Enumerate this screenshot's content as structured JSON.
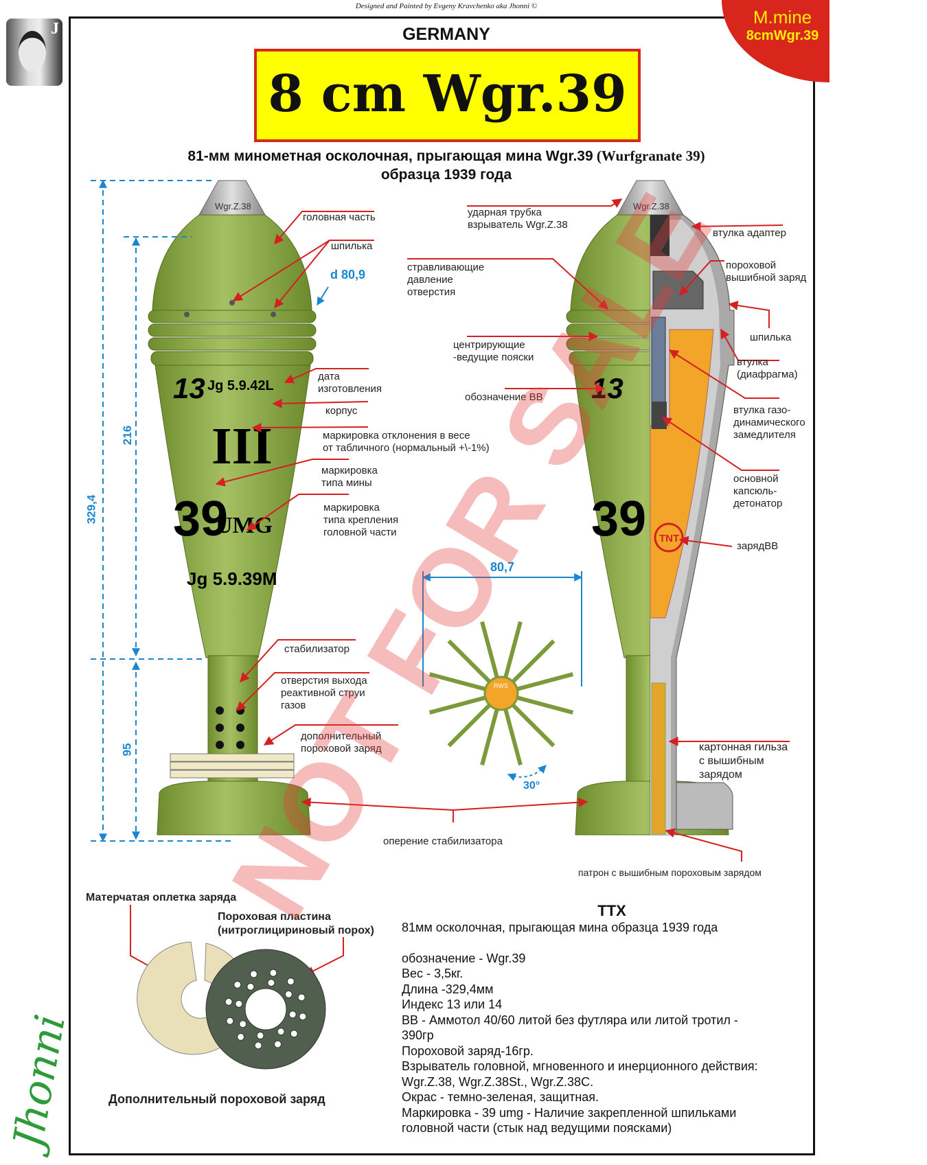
{
  "credit": "Designed and Painted by Evgeny Kravchenko aka Jhonni ©",
  "tab": {
    "line1": "M.mine",
    "line2": "8cmWgr.39",
    "color": "#d8261c",
    "text_color": "#ffee00"
  },
  "photo_badge": "J",
  "country": "GERMANY",
  "title": "8 cm Wgr.39",
  "subtitle": {
    "line1_ru": "81-мм минометная осколочная, прыгающая мина  Wgr.39",
    "line1_de": " (Wurfgranate 39)",
    "line2": "образца 1939 года"
  },
  "fuze_mark": "Wgr.Z.38",
  "markings": {
    "index": "13",
    "date1": "Jg 5.9.42L",
    "weight": "III",
    "type": "39",
    "umg": "UMG",
    "date2": "Jg 5.9.39M",
    "tnt": "TNT",
    "rws": "RWS"
  },
  "dimensions": {
    "length": "329,4",
    "body": "216",
    "tail": "95",
    "diameter": "d 80,9",
    "fin_span": "80,7",
    "fin_angle": "30°"
  },
  "left_labels": {
    "head": "головная часть",
    "pin": "шпилька",
    "date": [
      "дата",
      "изготовления"
    ],
    "body": "корпус",
    "weight": [
      "маркировка отклонения в весе",
      "от табличного (нормальный +\\-1%)"
    ],
    "type": [
      "маркировка",
      "типа мины"
    ],
    "mount": [
      "маркировка",
      "типа крепления",
      "головной части"
    ],
    "stabilizer": "стабилизатор",
    "gas_holes": [
      "отверстия выхода",
      "реактивной струи",
      "газов"
    ],
    "extra_charge": [
      "дополнительный",
      "пороховой заряд"
    ],
    "fins": "оперение стабилизатора"
  },
  "right_labels": {
    "fuze": [
      "ударная трубка",
      "взрыватель Wgr.Z.38"
    ],
    "vent": [
      "стравливающие",
      "давление",
      "отверстия"
    ],
    "bands": [
      "центрирующие",
      "-ведущие пояски"
    ],
    "explosive_mark": "обозначение ВВ",
    "adapter": "втулка адаптер",
    "eject_charge": [
      "пороховой",
      "вышибной заряд"
    ],
    "pin": "шпилька",
    "diaphragm": [
      "втулка",
      "(диафрагма)"
    ],
    "delay": [
      "втулка газо-",
      "динамического",
      "замедлителя"
    ],
    "detonator": [
      "основной",
      "капсюль-",
      "детонатор"
    ],
    "charge": "зарядВВ",
    "cartridge_case": [
      "картонная гильза",
      "с вышибным",
      "зарядом"
    ],
    "cartridge": "патрон с вышибным пороховым зарядом"
  },
  "charge_section": {
    "wrap": "Матерчатая оплетка заряда",
    "plate": [
      "Пороховая пластина",
      "(нитроглицириновый порох)"
    ],
    "caption": "Дополнительный пороховой заряд"
  },
  "ttx": {
    "heading": "TTX",
    "intro": "81мм осколочная, прыгающая мина образца 1939 года",
    "lines": [
      "обозначение - Wgr.39",
      "Вес - 3,5кг.",
      "Длина -329,4мм",
      "Индекс 13 или 14",
      "ВВ - Аммотол 40/60 литой без футляра или литой тротил -",
      "390гр",
      "Пороховой заряд-16гр.",
      "Взрыватель головной, мгновенного и инерционного действия:",
      "Wgr.Z.38, Wgr.Z.38St., Wgr.Z.38C.",
      "Окрас - темно-зеленая, защитная.",
      "Маркировка - 39 umg - Наличие закрепленной шпильками",
      "головной части (стык над ведущими поясками)"
    ]
  },
  "watermark": "NOT FOR SALE",
  "signature": "Jhonni",
  "colors": {
    "mine_green": "#8aa845",
    "arrow_red": "#d42020",
    "dimension_blue": "#1a86d0",
    "title_yellow": "#ffff00",
    "explosive_orange": "#f3a52a"
  }
}
